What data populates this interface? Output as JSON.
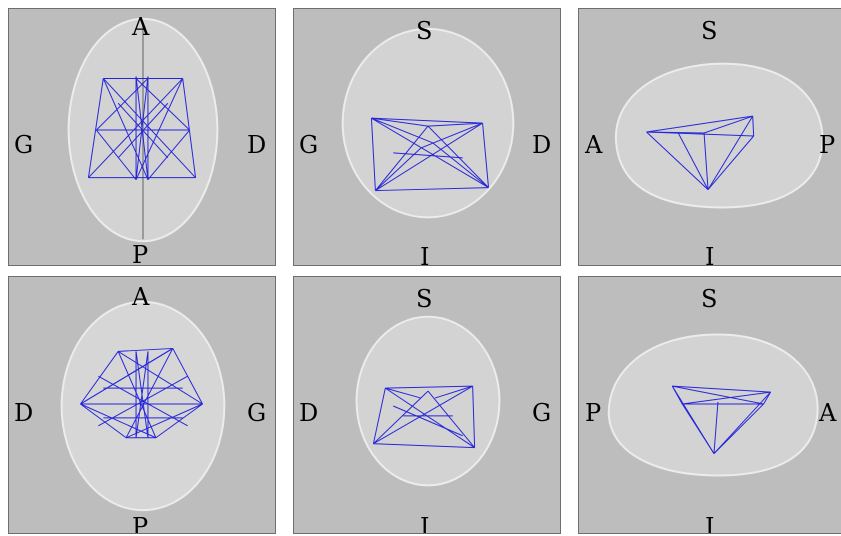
{
  "panels": [
    {
      "view": "axial-top",
      "labels": {
        "top": "A",
        "bottom": "P",
        "left": "G",
        "right": "D"
      }
    },
    {
      "view": "coronal",
      "labels": {
        "top": "S",
        "bottom": "I",
        "left": "G",
        "right": "D"
      }
    },
    {
      "view": "sagittal",
      "labels": {
        "top": "S",
        "bottom": "I",
        "left": "A",
        "right": "P"
      }
    },
    {
      "view": "axial-bottom",
      "labels": {
        "top": "A",
        "bottom": "P",
        "left": "D",
        "right": "G"
      }
    },
    {
      "view": "coronal-back",
      "labels": {
        "top": "S",
        "bottom": "I",
        "left": "D",
        "right": "G"
      }
    },
    {
      "view": "sagittal-other",
      "labels": {
        "top": "S",
        "bottom": "I",
        "left": "P",
        "right": "A"
      }
    }
  ],
  "colors": {
    "background": "#bdbdbd",
    "brain": "#d8d8d8",
    "connections": "#2626d9"
  }
}
